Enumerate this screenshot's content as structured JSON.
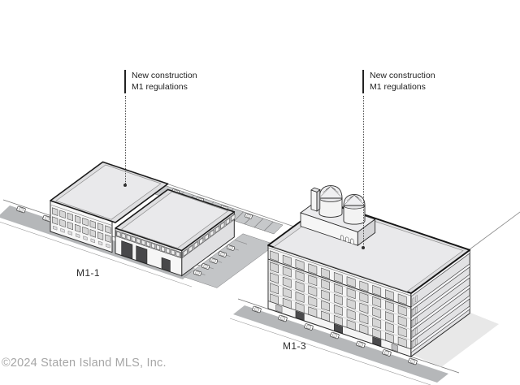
{
  "figure": {
    "background": "#ffffff",
    "watermark": "©2024 Staten Island MLS, Inc."
  },
  "callouts": {
    "left": {
      "line1": "New construction",
      "line2": "M1 regulations"
    },
    "right": {
      "line1": "New construction",
      "line2": "M1 regulations"
    }
  },
  "buildings": {
    "left": {
      "label": "M1-1"
    },
    "right": {
      "label": "M1-3"
    }
  },
  "colors": {
    "outline": "#1b1b1b",
    "wall": "#f6f6f6",
    "wall_shaded": "#e0e0e2",
    "roof": "#dfdfe1",
    "roof_inner": "#e9e9eb",
    "window": "#d6d6d6",
    "road": "#b5b7b9",
    "parking_lot": "#c3c5c7",
    "annotation_text": "#1f1f1f",
    "label_text": "#2e2e2e",
    "watermark_text": "#a2a2a2"
  }
}
